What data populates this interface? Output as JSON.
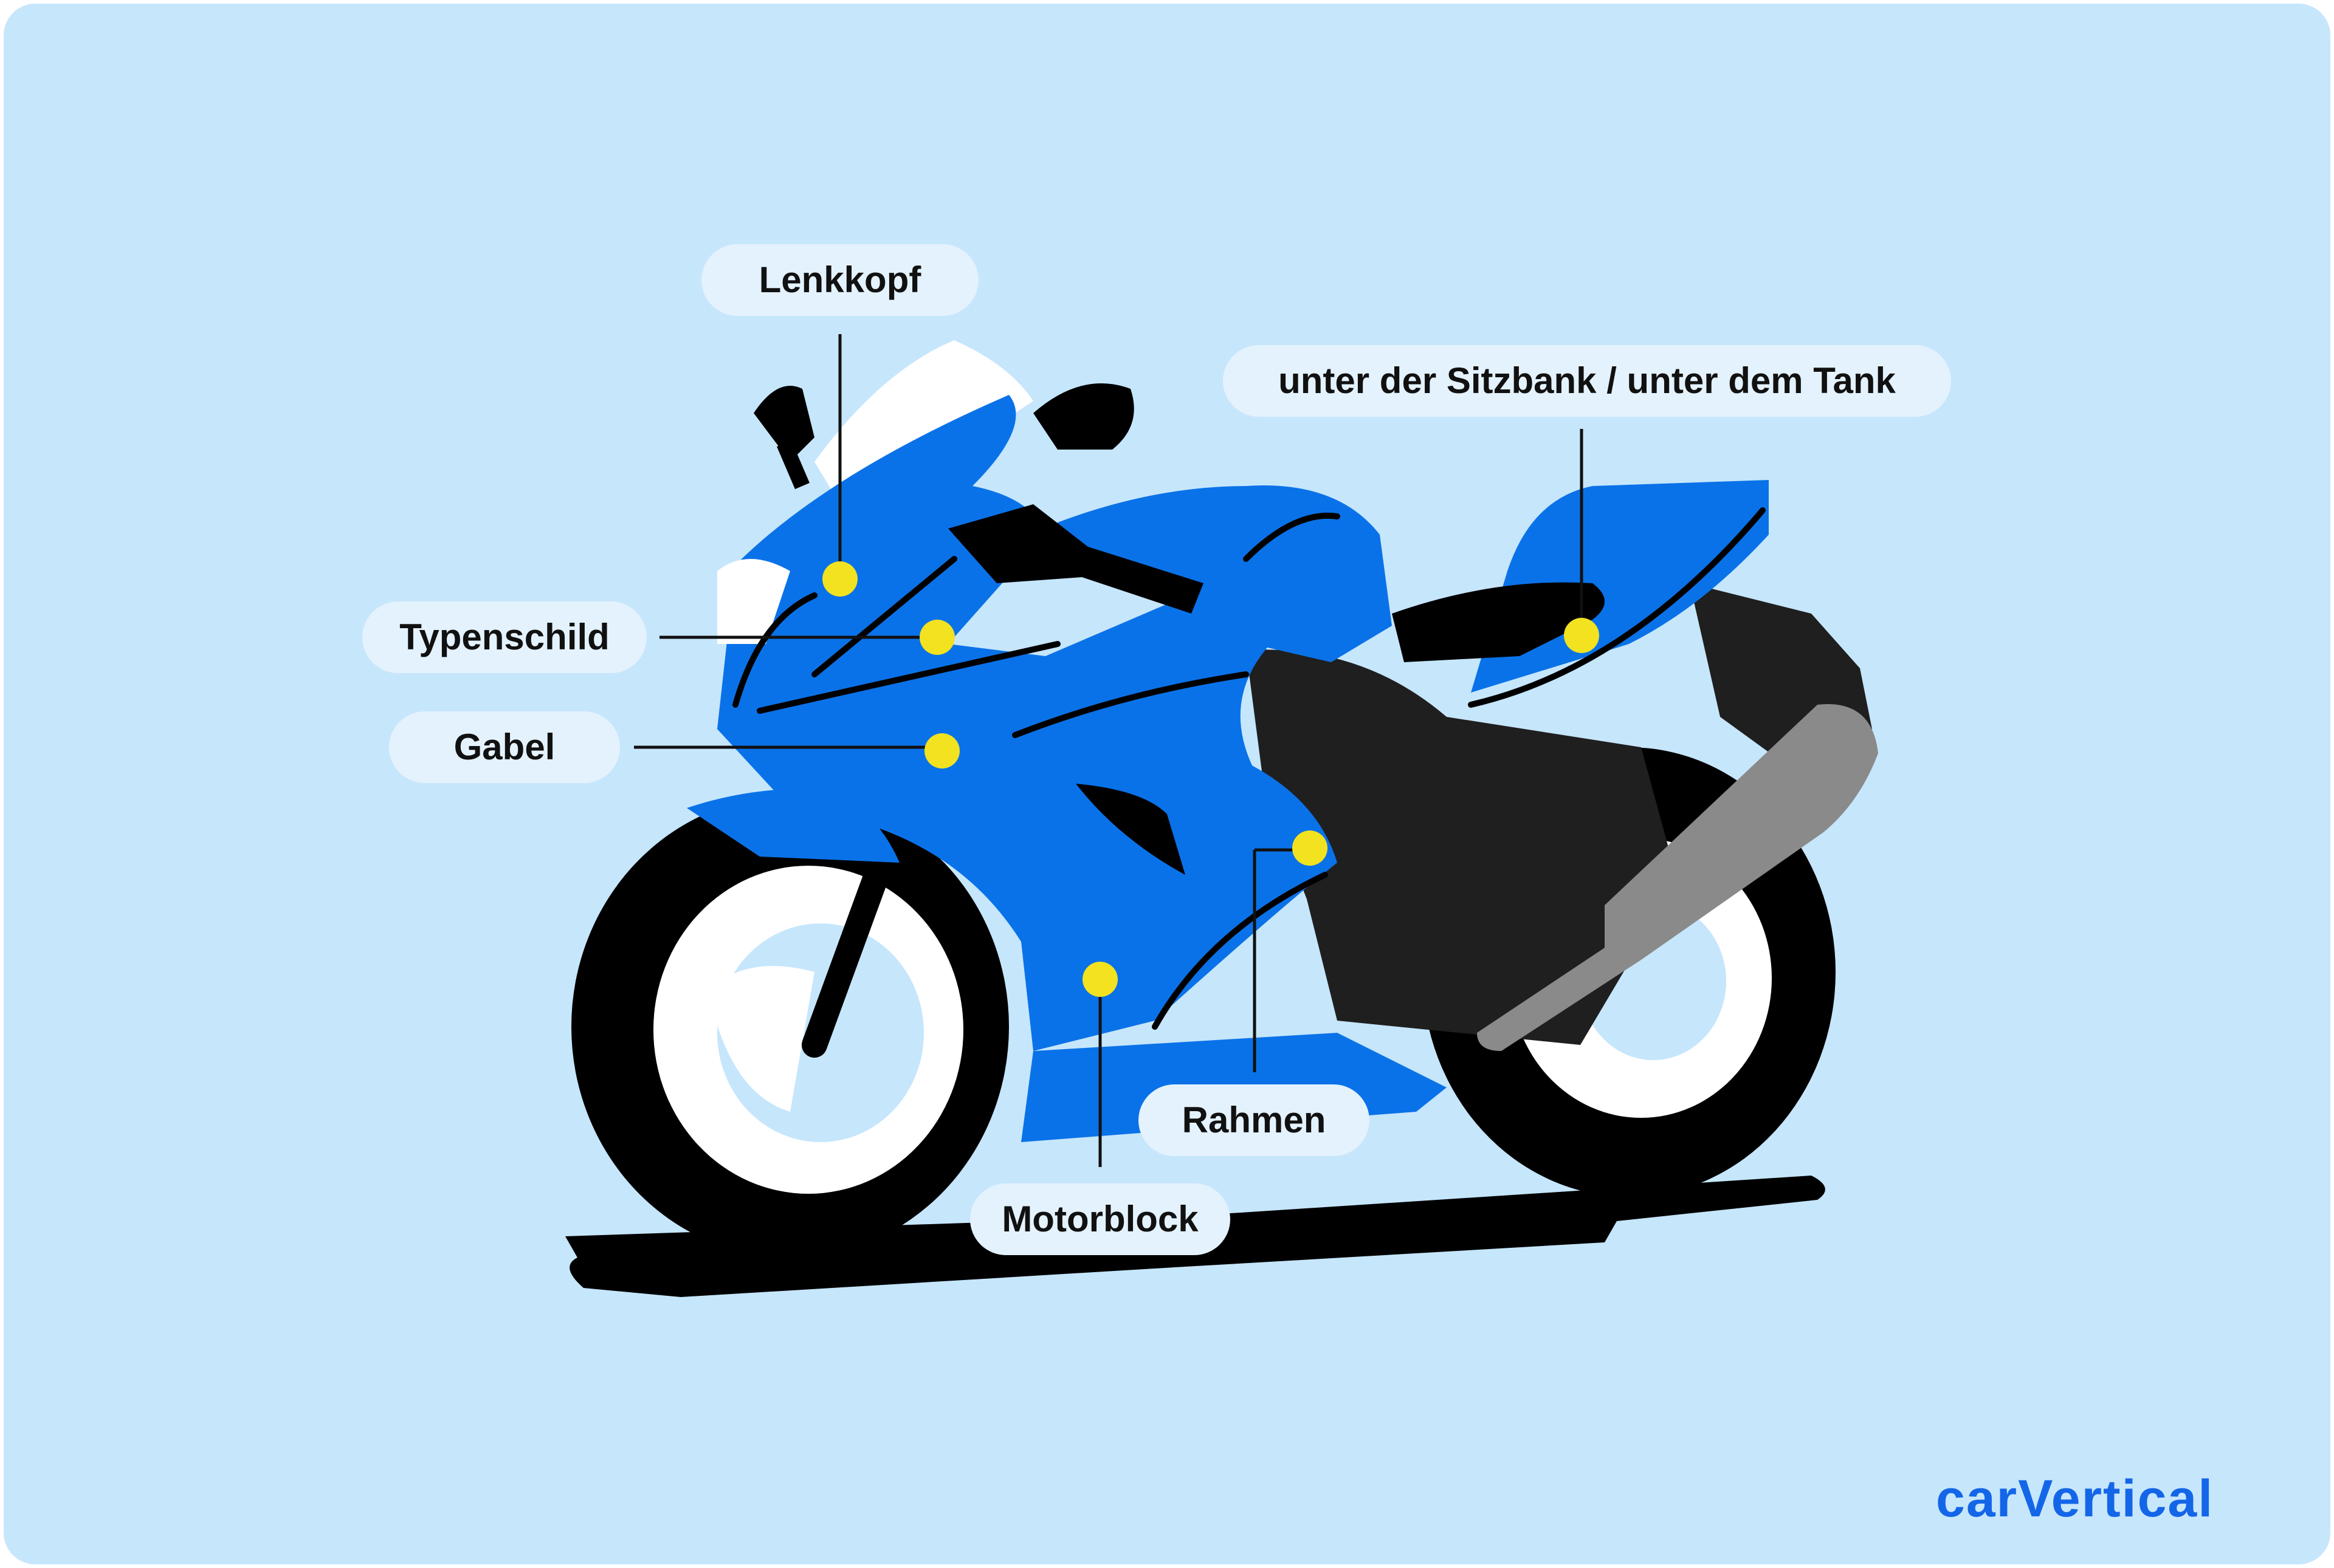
{
  "labels": {
    "lenkkopf": "Lenkkopf",
    "sitzbank": "unter der Sitzbank / unter dem Tank",
    "typenschild": "Typenschild",
    "gabel": "Gabel",
    "rahmen": "Rahmen",
    "motorblock": "Motorblock"
  },
  "brand": {
    "logo_text": "carVertical"
  },
  "colors": {
    "background": "#c6e6fc",
    "label_pill": "#e4f2fd",
    "body_blue": "#0a72e8",
    "marker_yellow": "#f2e220",
    "engine_dark": "#1f1f1f",
    "exhaust_gray": "#8a8a8a",
    "logo_blue": "#1466e8"
  }
}
